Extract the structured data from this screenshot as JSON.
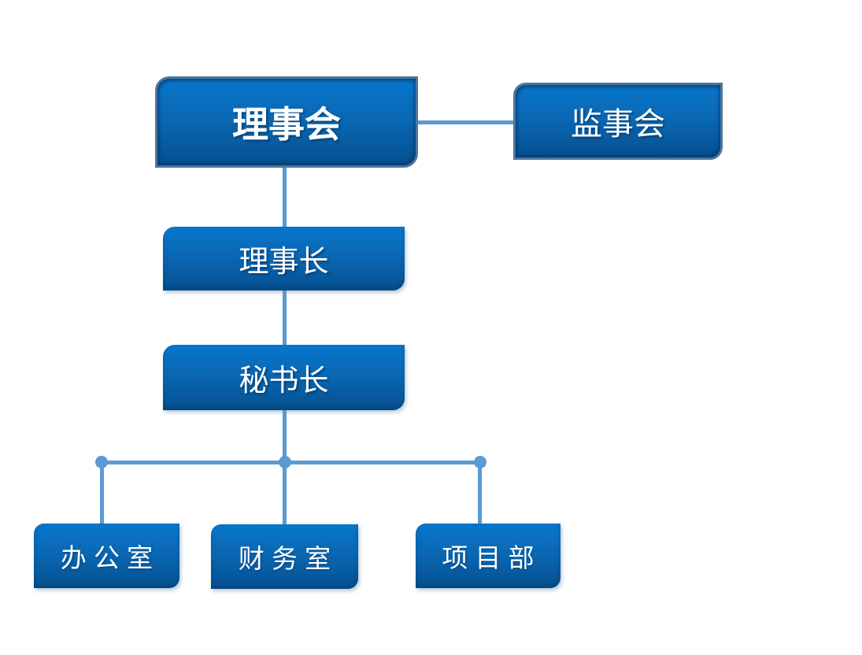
{
  "org_chart": {
    "nodes": [
      {
        "id": "board",
        "label": "理事会",
        "style": "bordered-serif"
      },
      {
        "id": "supervisory_board",
        "label": "监事会",
        "style": "bordered-serif"
      },
      {
        "id": "chairman",
        "label": "理事长",
        "style": "plain-serif"
      },
      {
        "id": "secretary_general",
        "label": "秘书长",
        "style": "plain-serif"
      },
      {
        "id": "office",
        "label": "办 公 室",
        "style": "plain-sans"
      },
      {
        "id": "finance_office",
        "label": "财 务 室",
        "style": "plain-sans"
      },
      {
        "id": "project_dept",
        "label": "项 目 部",
        "style": "plain-sans"
      }
    ],
    "edges": [
      {
        "from": "board",
        "to": "supervisory_board",
        "type": "horizontal"
      },
      {
        "from": "board",
        "to": "chairman",
        "type": "vertical"
      },
      {
        "from": "chairman",
        "to": "secretary_general",
        "type": "vertical"
      },
      {
        "from": "secretary_general",
        "to": "office",
        "type": "bus"
      },
      {
        "from": "secretary_general",
        "to": "finance_office",
        "type": "bus"
      },
      {
        "from": "secretary_general",
        "to": "project_dept",
        "type": "bus"
      }
    ]
  },
  "colors": {
    "background": "#FFFFFF",
    "node_gradient_top": "#0877CC",
    "node_gradient_bottom": "#05508F",
    "node_border": "#4E759D",
    "connector": "#5B9AD2",
    "label_text": "#FFFFFF"
  }
}
